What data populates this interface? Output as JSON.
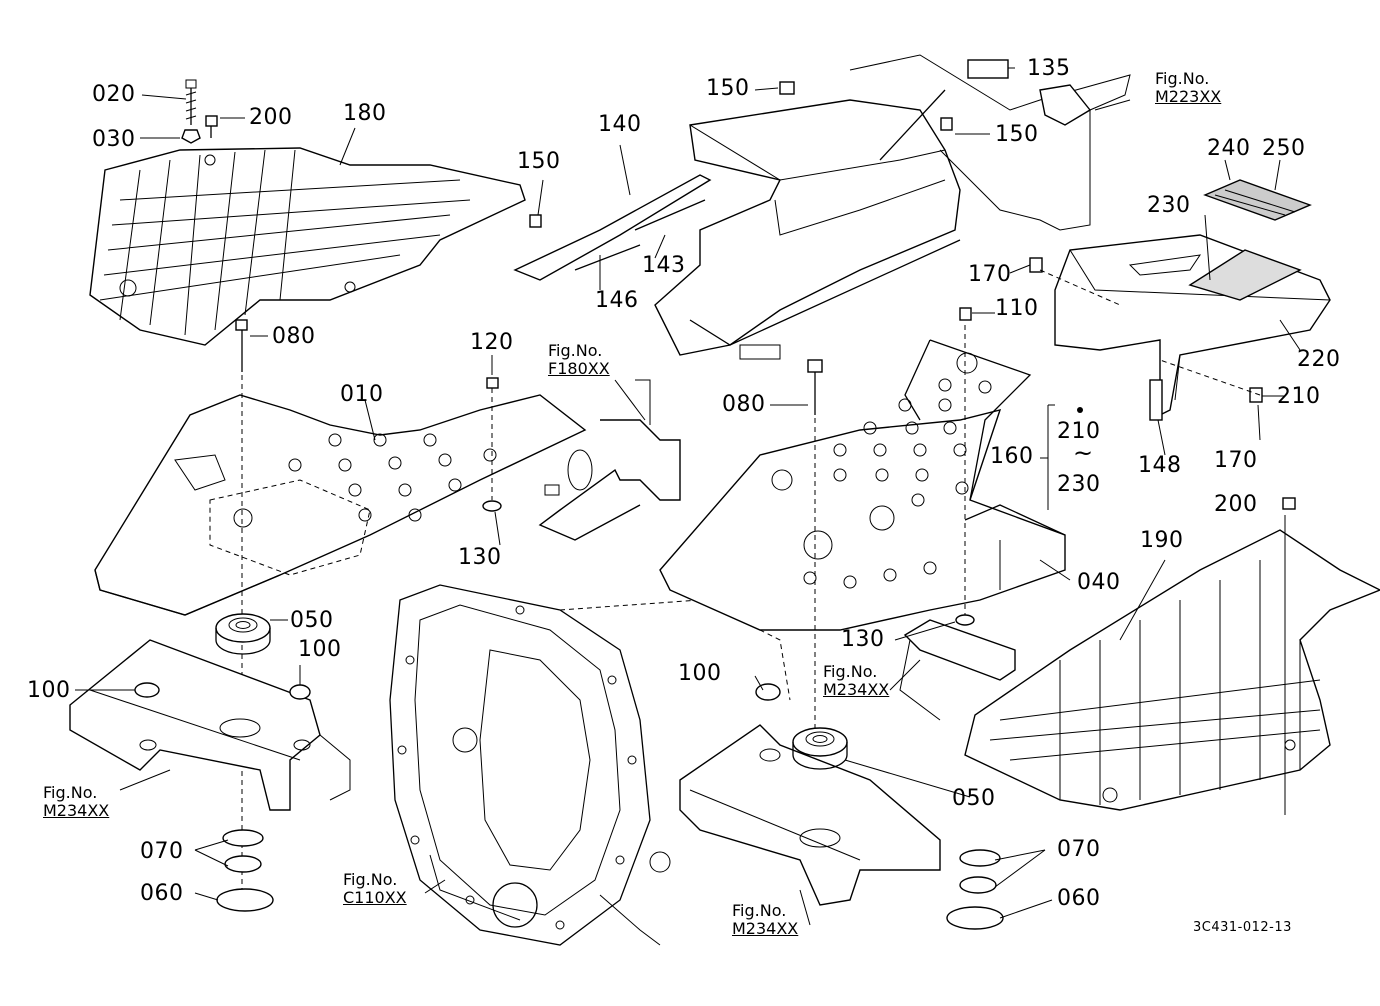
{
  "diagram": {
    "part_labels": [
      "020",
      "200",
      "030",
      "180",
      "080",
      "010",
      "120",
      "050",
      "100",
      "100",
      "070",
      "060",
      "150",
      "140",
      "143",
      "146",
      "150",
      "135",
      "150",
      "080",
      "110",
      "170",
      "240",
      "250",
      "230",
      "220",
      "210",
      "170",
      "210",
      "230",
      "160",
      "148",
      "130",
      "130",
      "040",
      "200",
      "190",
      "100",
      "050",
      "070",
      "060"
    ],
    "figure_refs": [
      {
        "prefix": "Fig.No.",
        "code": "M223XX"
      },
      {
        "prefix": "Fig.No.",
        "code": "F180XX"
      },
      {
        "prefix": "Fig.No.",
        "code": "M234XX"
      },
      {
        "prefix": "Fig.No.",
        "code": "M234XX"
      },
      {
        "prefix": "Fig.No.",
        "code": "C110XX"
      },
      {
        "prefix": "Fig.No.",
        "code": "M234XX"
      }
    ],
    "range_symbol": "~",
    "doc_id": "3C431-012-13"
  }
}
